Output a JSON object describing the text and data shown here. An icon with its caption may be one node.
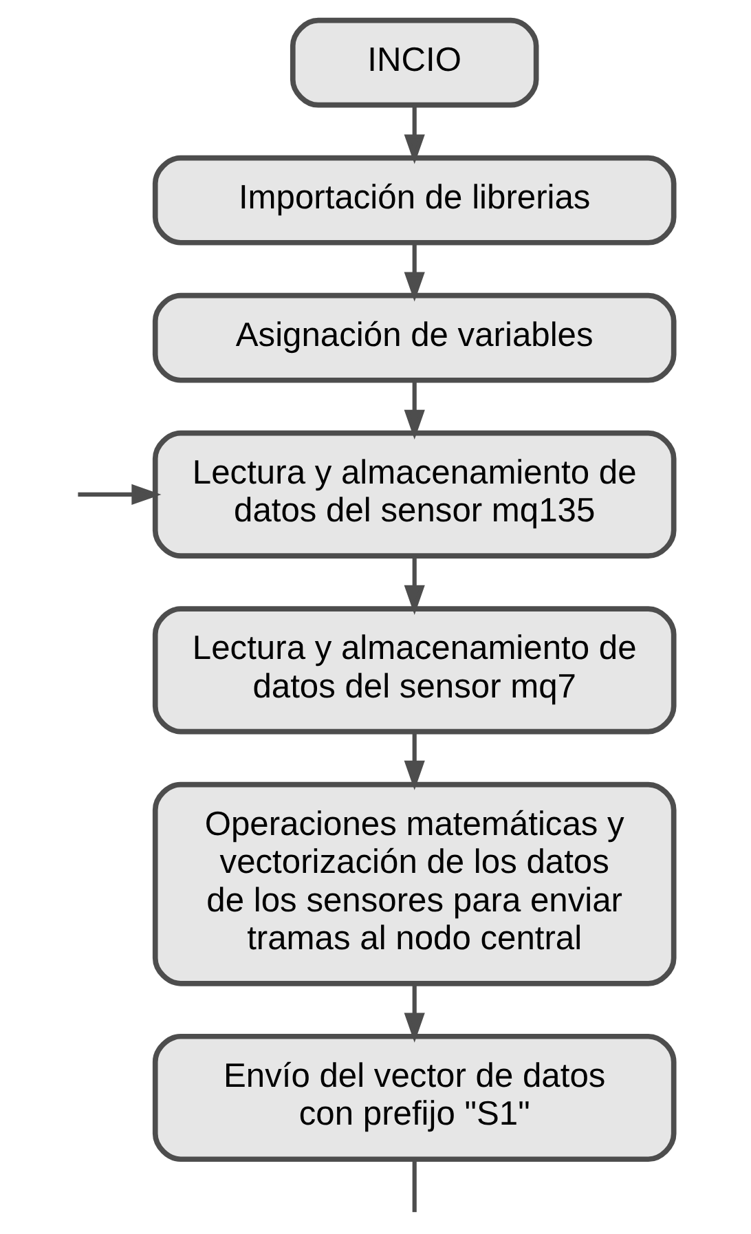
{
  "diagram": {
    "nodes": [
      {
        "text": [
          "INCIO"
        ]
      },
      {
        "text": [
          "Importación de librerias"
        ]
      },
      {
        "text": [
          "Asignación de variables"
        ]
      },
      {
        "text": [
          "Lectura y almacenamiento de datos del sensor mq135"
        ]
      },
      {
        "text": [
          "Lectura y almacenamiento de datos del sensor mq7"
        ]
      },
      {
        "text": [
          "Operaciones matemáticas y vectorización de los datos de los sensores para enviar tramas al nodo central"
        ]
      },
      {
        "text": [
          "Envío del vector de datos con prefijo \"S1\""
        ]
      }
    ],
    "edges": [
      {
        "from": 0,
        "to": 1,
        "arrow": "to"
      },
      {
        "from": 1,
        "to": 2,
        "arrow": "to"
      },
      {
        "from": 2,
        "to": 3,
        "arrow": "to"
      },
      {
        "from": null,
        "to": 3,
        "arrow": "to"
      },
      {
        "from": 3,
        "to": 4,
        "arrow": "to"
      },
      {
        "from": 4,
        "to": 5,
        "arrow": "to"
      },
      {
        "from": 5,
        "to": 6,
        "arrow": "to"
      },
      {
        "from": 6,
        "to": null,
        "arrow": "none"
      }
    ]
  }
}
